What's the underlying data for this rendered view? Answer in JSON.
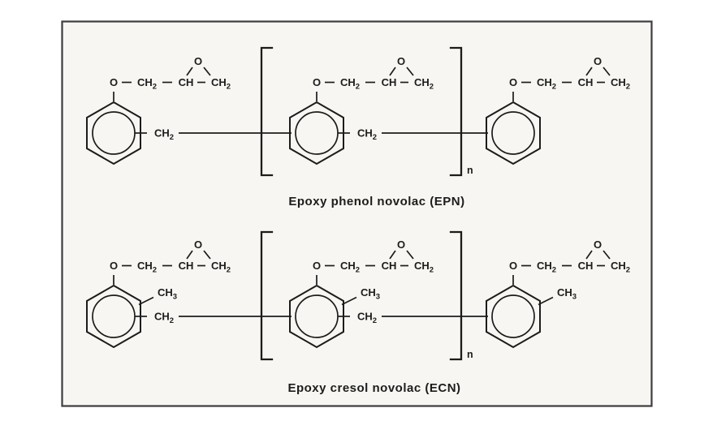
{
  "figure": {
    "type": "chemical-structure-diagram",
    "structures": [
      {
        "id": "epn",
        "caption": "Epoxy phenol novolac (EPN)",
        "chain": [
          "O",
          "CH₂",
          "CH",
          "CH₂"
        ],
        "epoxide_atom": "O",
        "bridge": "CH₂",
        "repeat_subscript": "n",
        "ring_count": 3
      },
      {
        "id": "ecn",
        "caption": "Epoxy cresol novolac (ECN)",
        "chain": [
          "O",
          "CH₂",
          "CH",
          "CH₂"
        ],
        "epoxide_atom": "O",
        "methyl": "CH₃",
        "bridge": "CH₂",
        "repeat_subscript": "n",
        "ring_count": 3
      }
    ]
  },
  "labels": {
    "o": "O",
    "ch": "CH",
    "sub2": "2",
    "sub3": "3",
    "n": "n"
  },
  "colors": {
    "page": "#ffffff",
    "paper": "#f7f6f2",
    "ink": "#1c1c1c",
    "frame": "#3d3d3d"
  }
}
